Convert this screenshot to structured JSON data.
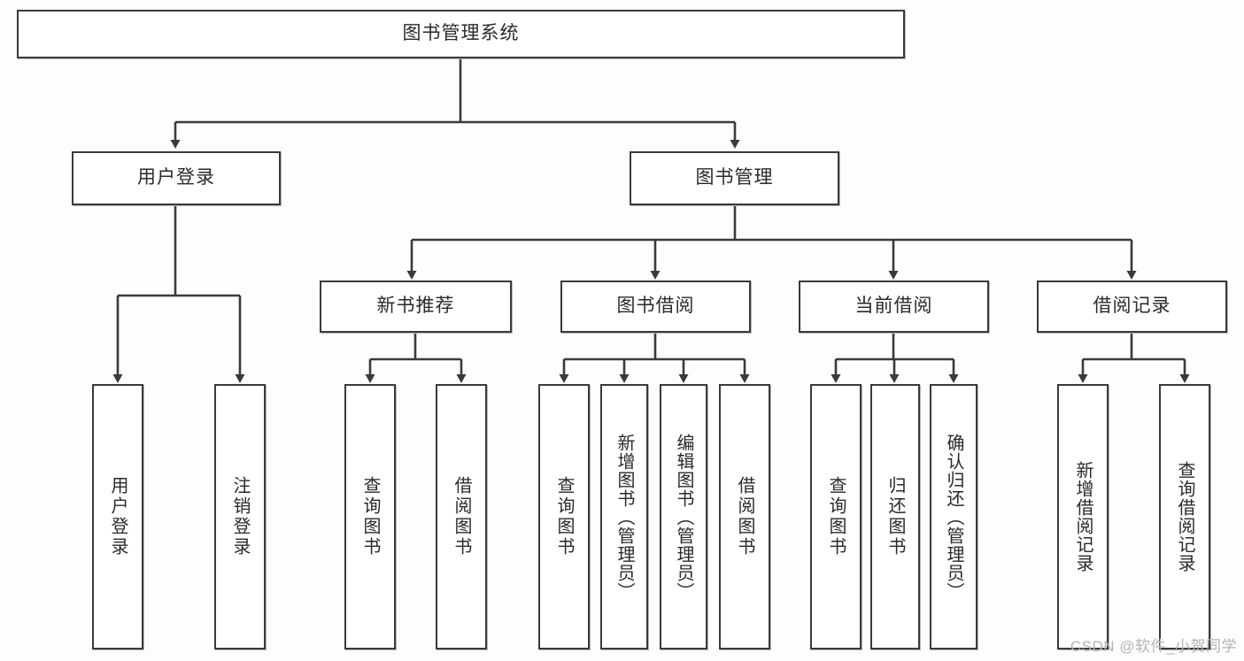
{
  "diagram": {
    "title": "图书管理系统",
    "watermark": "CSDN @软件_小贺同学",
    "root": {
      "label": "图书管理系统"
    },
    "level1": [
      {
        "label": "用户登录"
      },
      {
        "label": "图书管理"
      }
    ],
    "level2": [
      {
        "label": "新书推荐"
      },
      {
        "label": "图书借阅"
      },
      {
        "label": "当前借阅"
      },
      {
        "label": "借阅记录"
      }
    ],
    "leaves": {
      "user_login": [
        {
          "label": "用户登录"
        },
        {
          "label": "注销登录"
        }
      ],
      "new_book_recommend": [
        {
          "label": "查询图书"
        },
        {
          "label": "借阅图书"
        }
      ],
      "book_borrow": [
        {
          "label": "查询图书"
        },
        {
          "label": "新增图书（管理员）"
        },
        {
          "label": "编辑图书（管理员）"
        },
        {
          "label": "借阅图书"
        }
      ],
      "current_borrow": [
        {
          "label": "查询图书"
        },
        {
          "label": "归还图书"
        },
        {
          "label": "确认归还（管理员）"
        }
      ],
      "borrow_record": [
        {
          "label": "新增借阅记录"
        },
        {
          "label": "查询借阅记录"
        }
      ]
    }
  },
  "colors": {
    "stroke": "#3a3a3a",
    "background": "#fdfdfd",
    "text": "#2a2a2a",
    "watermark": "#b4b4b4"
  }
}
